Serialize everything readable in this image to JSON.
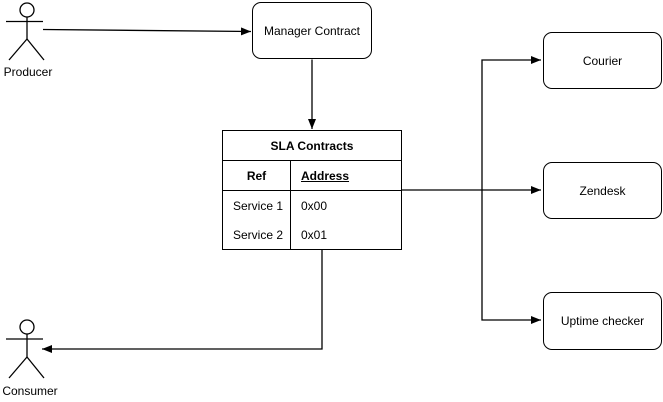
{
  "diagram": {
    "colors": {
      "stroke": "#000000",
      "background": "#ffffff",
      "text": "#000000"
    },
    "actors": [
      {
        "id": "producer",
        "label": "Producer",
        "icon": "stick-figure-actor"
      },
      {
        "id": "consumer",
        "label": "Consumer",
        "icon": "stick-figure-actor"
      }
    ],
    "nodes": [
      {
        "id": "manager-contract",
        "label": "Manager Contract",
        "shape": "rounded-rectangle"
      },
      {
        "id": "courier",
        "label": "Courier",
        "shape": "rounded-rectangle"
      },
      {
        "id": "zendesk",
        "label": "Zendesk",
        "shape": "rounded-rectangle"
      },
      {
        "id": "uptime-checker",
        "label": "Uptime checker",
        "shape": "rounded-rectangle"
      }
    ],
    "table": {
      "title": "SLA Contracts",
      "columns": [
        "Ref",
        "Address"
      ],
      "rows": [
        {
          "ref": "Service 1",
          "address": "0x00"
        },
        {
          "ref": "Service 2",
          "address": "0x01"
        }
      ]
    },
    "edges": [
      {
        "from": "Producer",
        "to": "Manager Contract"
      },
      {
        "from": "Manager Contract",
        "to": "SLA Contracts"
      },
      {
        "from": "SLA Contracts",
        "to": "Courier"
      },
      {
        "from": "SLA Contracts",
        "to": "Zendesk"
      },
      {
        "from": "SLA Contracts",
        "to": "Uptime checker"
      },
      {
        "from": "SLA Contracts",
        "to": "Consumer"
      }
    ]
  }
}
